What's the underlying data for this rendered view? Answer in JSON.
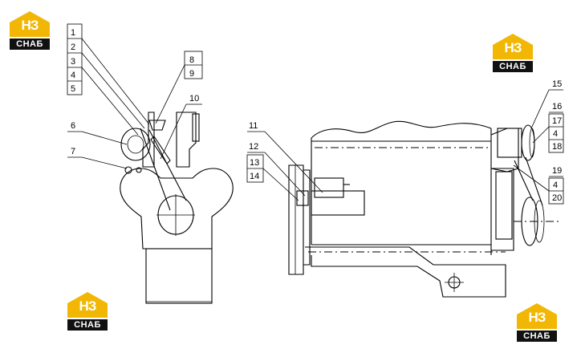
{
  "brand": {
    "logo_mark": "НЗ",
    "logo_name": "СНАБ",
    "accent_color": "#f2b705",
    "band_color": "#111111"
  },
  "callouts": {
    "c1": "1",
    "c2": "2",
    "c3": "3",
    "c4": "4",
    "c5": "5",
    "c6": "6",
    "c7": "7",
    "c8": "8",
    "c9": "9",
    "c10": "10",
    "c11": "11",
    "c12": "12",
    "c13": "13",
    "c14": "14",
    "c15": "15",
    "c16": "16",
    "c17": "17",
    "c4b": "4",
    "c18": "18",
    "c19": "19",
    "c4c": "4",
    "c20": "20"
  }
}
